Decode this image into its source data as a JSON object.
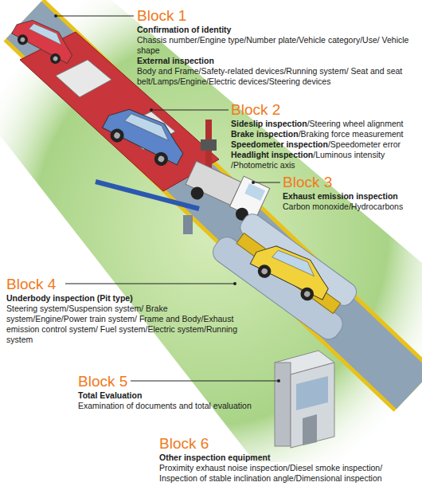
{
  "diagram": {
    "nodes": [
      {
        "text": [
          "Block 1",
          "Confirmation of identity",
          "Chassis number/Engine type/Number plate/Vehicle category/Use/ Vehicle shape",
          "External inspection",
          "Body and Frame/Safety-related devices/Running system/ Seat and seat belt/Lamps/Engine/Electric devices/Steering devices"
        ]
      },
      {
        "text": [
          "Block 2",
          "Sideslip inspection",
          "/Steering wheel alignment",
          "Brake inspection",
          "/Braking force measurement",
          "Speedometer inspection",
          "/Speedometer error",
          "Headlight inspection",
          "/Luminous intensity /Photometric axis"
        ]
      },
      {
        "text": [
          "Block 3",
          "Exhaust emission inspection",
          "Carbon monoxide/Hydrocarbons"
        ]
      },
      {
        "text": [
          "Block 4",
          "Underbody inspection (Pit type)",
          "Steering system/Suspension system/ Brake system/Engine/Power train system/ Frame and Body/Exhaust emission control system/ Fuel system/Electric system/Running system"
        ]
      },
      {
        "text": [
          "Block 5",
          "Total Evaluation",
          "Examination of documents and total evaluation"
        ]
      },
      {
        "text": [
          "Block 6",
          "Other inspection equipment",
          "Proximity exhaust noise inspection/Diesel smoke inspection/ Inspection of stable inclination angle/Dimensional inspection"
        ]
      }
    ]
  }
}
